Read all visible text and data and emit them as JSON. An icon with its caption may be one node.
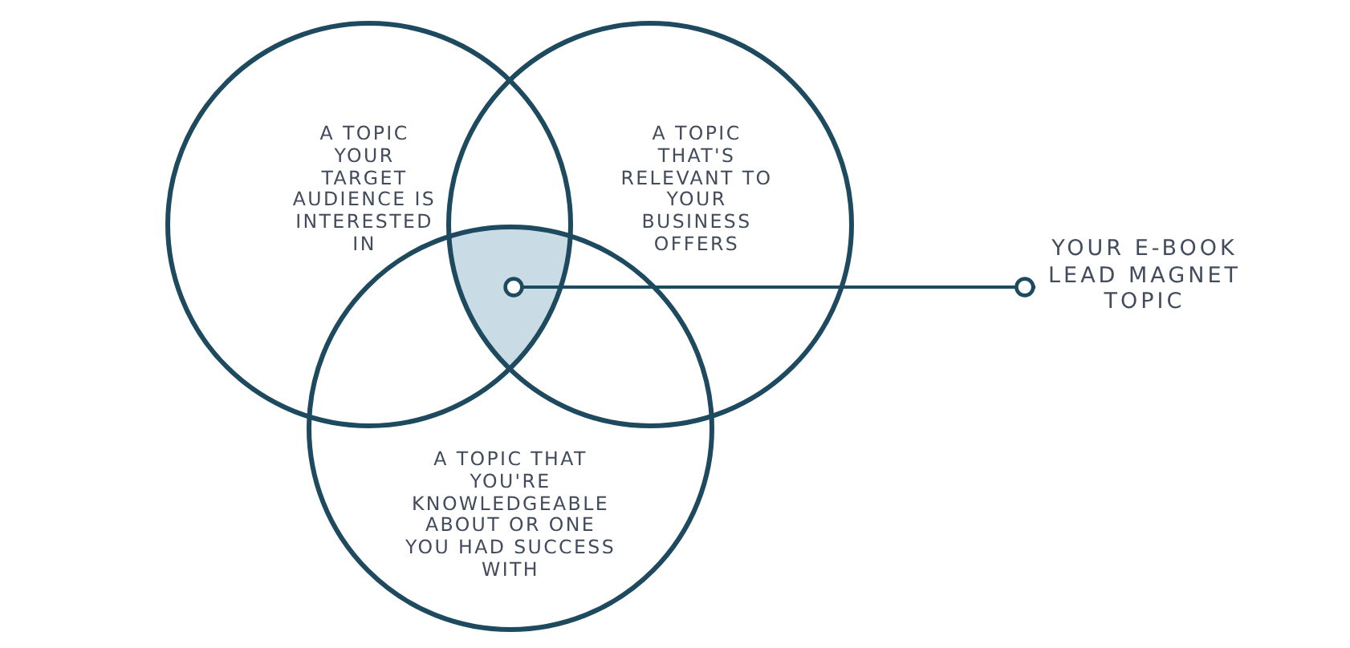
{
  "diagram": {
    "nodes": [
      {
        "text": [
          "A TOPIC YOUR TARGET AUDIENCE IS INTERESTED IN"
        ]
      },
      {
        "text": [
          "A TOPIC THAT'S RELEVANT TO YOUR BUSINESS OFFERS"
        ]
      },
      {
        "text": [
          "A TOPIC THAT YOU'RE KNOWLEDGEABLE ABOUT OR ONE YOU HAD SUCCESS WITH"
        ]
      },
      {
        "text": [],
        "shape": "triangle"
      },
      {
        "text": [
          "YOUR E-BOOK LEAD MAGNET TOPIC"
        ]
      }
    ],
    "edges": [
      {
        "from": 4,
        "to": 3,
        "arrow": "other"
      }
    ]
  }
}
